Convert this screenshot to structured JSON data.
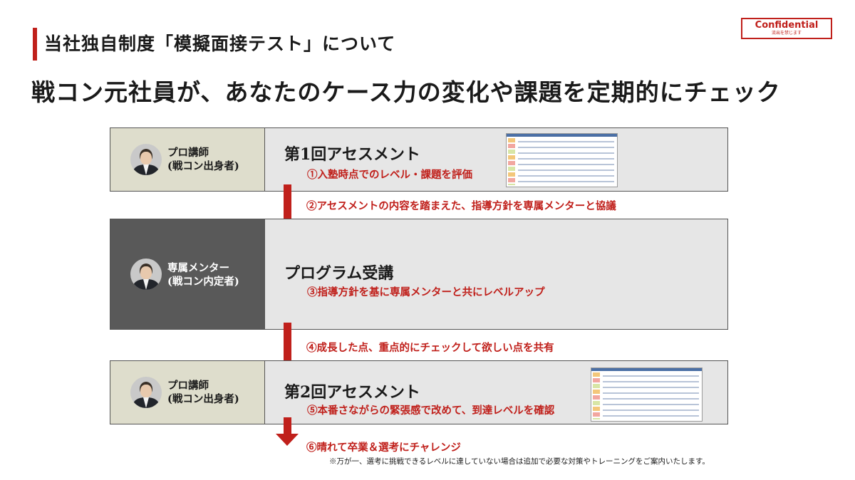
{
  "confidential": {
    "label": "Confidential",
    "sub": "流出を禁じます"
  },
  "header": {
    "title": "当社独自制度「模擬面接テスト」について",
    "headline": "戦コン元社員が、あなたのケース力の変化や課題を定期的にチェック"
  },
  "steps": [
    {
      "role_line1": "プロ講師",
      "role_line2": "(戦コン出身者)",
      "heading": "第1回アセスメント",
      "detail": "①入塾時点でのレベル・課題を評価"
    },
    {
      "role_line1": "専属メンター",
      "role_line2": "(戦コン内定者)",
      "heading": "プログラム受講",
      "detail": "③指導方針を基に専属メンターと共にレベルアップ"
    },
    {
      "role_line1": "プロ講師",
      "role_line2": "(戦コン出身者)",
      "heading": "第2回アセスメント",
      "detail": "⑤本番さながらの緊張感で改めて、到達レベルを確認"
    }
  ],
  "transitions": [
    "②アセスメントの内容を踏まえた、指導方針を専属メンターと協議",
    "④成長した点、重点的にチェックして欲しい点を共有",
    "⑥晴れて卒業＆選考にチャレンジ"
  ],
  "footnote": "※万が一、選考に挑戦できるレベルに達していない場合は追加で必要な対策やトレーニングをご案内いたします。",
  "colors": {
    "accent": "#c0201b",
    "light_panel": "#deddcc",
    "dark_panel": "#595959",
    "box_bg": "#e6e6e6"
  }
}
